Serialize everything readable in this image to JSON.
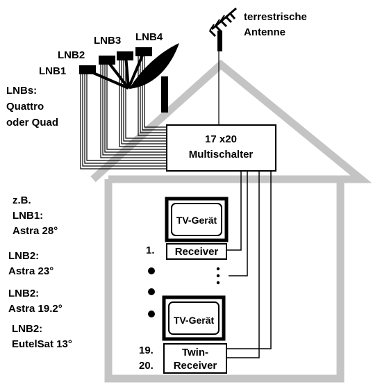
{
  "antenna": {
    "label_line1": "terrestrische",
    "label_line2": "Antenne"
  },
  "lnbs": {
    "labels": [
      "LNB1",
      "LNB2",
      "LNB3",
      "LNB4"
    ]
  },
  "lnb_type": {
    "line1": "LNBs:",
    "line2": "Quattro",
    "line3": "oder Quad"
  },
  "multiswitch": {
    "line1": "17 x20",
    "line2": "Multischalter"
  },
  "devices": {
    "tv1": "TV-Gerät",
    "receiver_number": "1.",
    "receiver": "Receiver",
    "tv2": "TV-Gerät",
    "twin_number1": "19.",
    "twin_number2": "20.",
    "twin_line1": "Twin-",
    "twin_line2": "Receiver"
  },
  "satellites": {
    "intro": "z.B.",
    "items": [
      {
        "lnb": "LNB1:",
        "position": "Astra 28°"
      },
      {
        "lnb": "LNB2:",
        "position": "Astra 23°"
      },
      {
        "lnb": "LNB2:",
        "position": "Astra 19.2°"
      },
      {
        "lnb": "LNB2:",
        "position": "EutelSat 13°"
      }
    ]
  },
  "colors": {
    "house_outline": "#c4c4c4",
    "lines": "#000000"
  }
}
